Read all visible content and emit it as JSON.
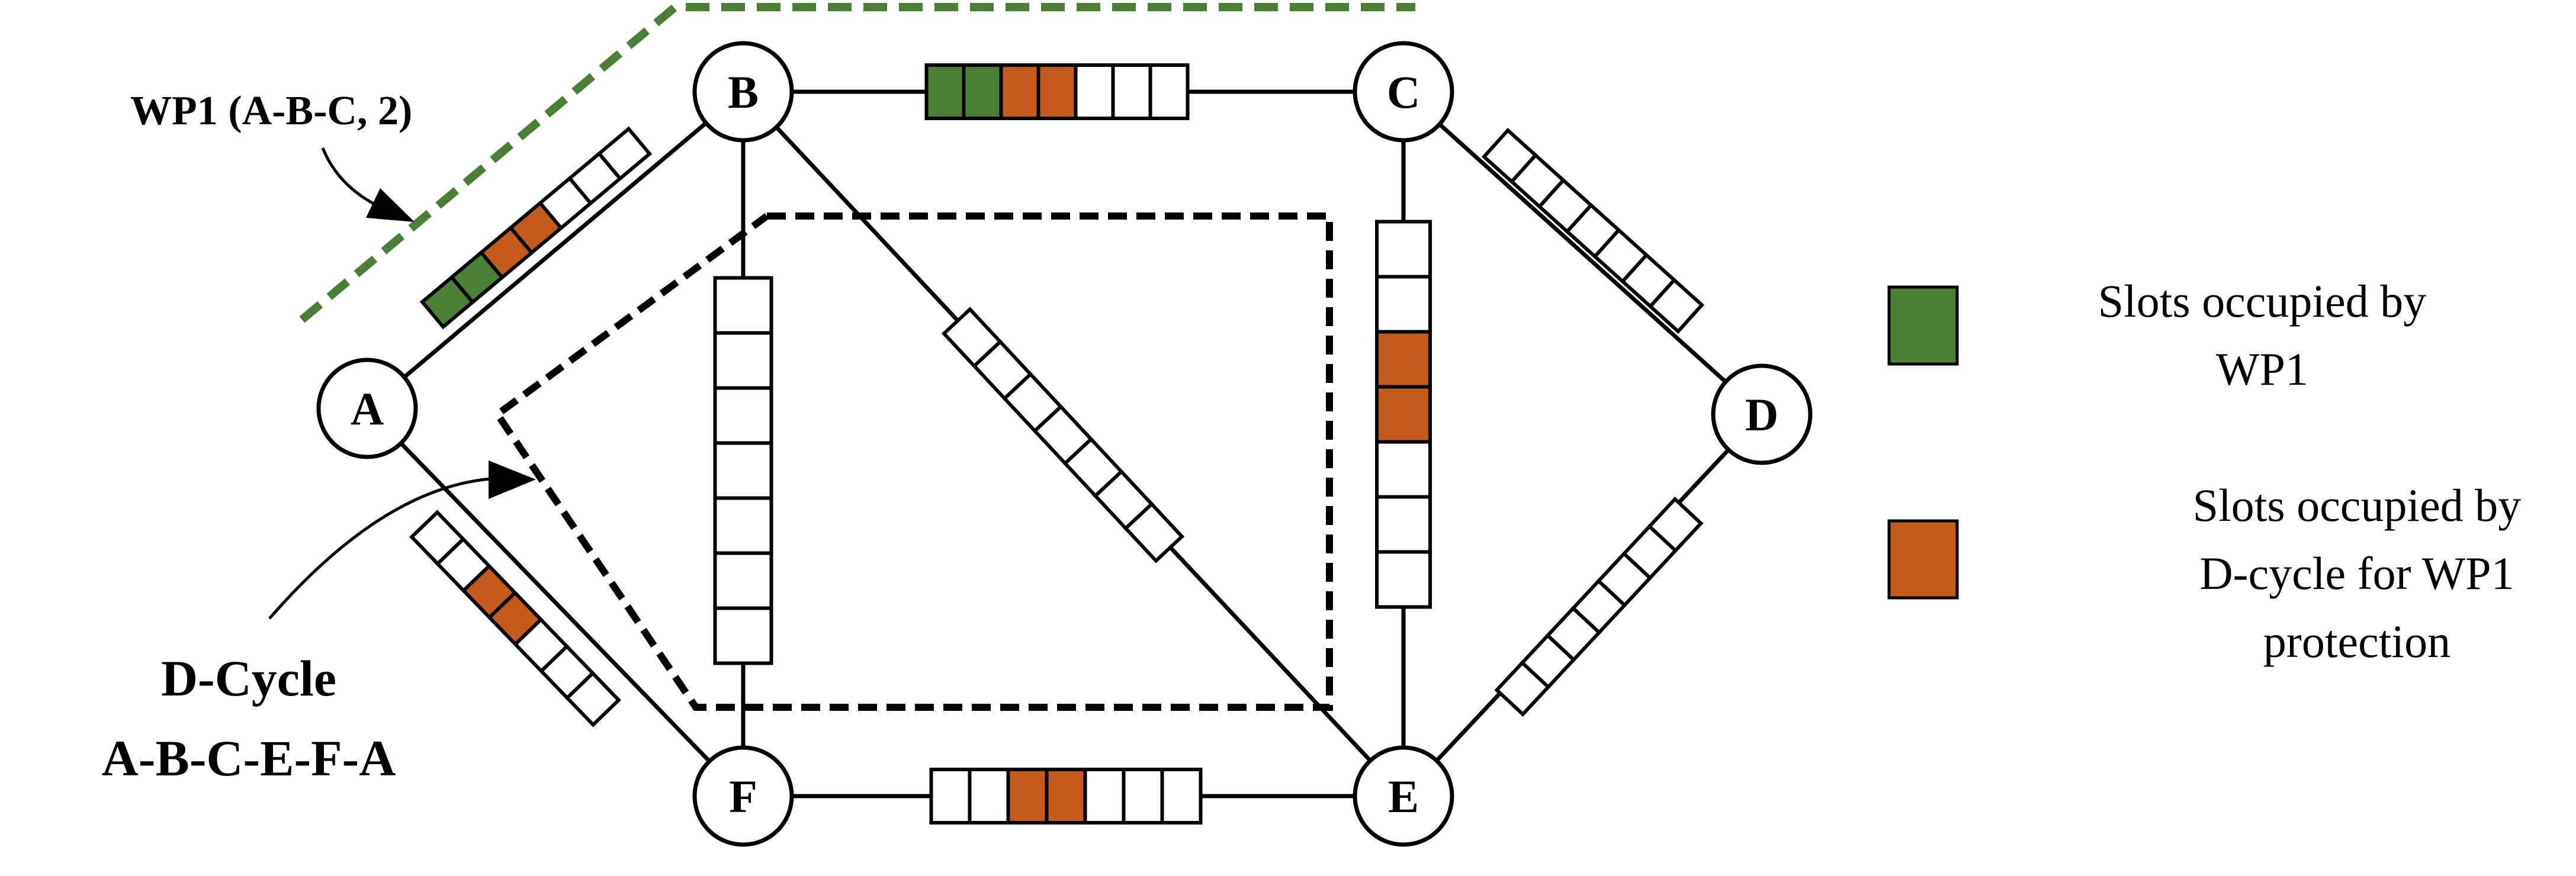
{
  "colors": {
    "wp1": "#4b7f36",
    "dcycle": "#c45a1c",
    "empty": "#ffffff",
    "line": "#000000",
    "wp1_path": "#4b7f36"
  },
  "nodes": [
    {
      "id": "A",
      "label": "A"
    },
    {
      "id": "B",
      "label": "B"
    },
    {
      "id": "C",
      "label": "C"
    },
    {
      "id": "D",
      "label": "D"
    },
    {
      "id": "E",
      "label": "E"
    },
    {
      "id": "F",
      "label": "F"
    }
  ],
  "links": [
    {
      "id": "A-B",
      "slots": [
        "wp1",
        "wp1",
        "dcycle",
        "dcycle",
        "empty",
        "empty",
        "empty"
      ]
    },
    {
      "id": "B-C",
      "slots": [
        "wp1",
        "wp1",
        "dcycle",
        "dcycle",
        "empty",
        "empty",
        "empty"
      ]
    },
    {
      "id": "C-D",
      "slots": [
        "empty",
        "empty",
        "empty",
        "empty",
        "empty",
        "empty",
        "empty"
      ]
    },
    {
      "id": "D-E",
      "slots": [
        "empty",
        "empty",
        "empty",
        "empty",
        "empty",
        "empty",
        "empty"
      ]
    },
    {
      "id": "C-E",
      "slots": [
        "empty",
        "empty",
        "dcycle",
        "dcycle",
        "empty",
        "empty",
        "empty"
      ]
    },
    {
      "id": "B-F",
      "slots": [
        "empty",
        "empty",
        "empty",
        "empty",
        "empty",
        "empty",
        "empty"
      ]
    },
    {
      "id": "B-E",
      "slots": [
        "empty",
        "empty",
        "empty",
        "empty",
        "empty",
        "empty",
        "empty"
      ]
    },
    {
      "id": "F-E",
      "slots": [
        "empty",
        "empty",
        "dcycle",
        "dcycle",
        "empty",
        "empty",
        "empty"
      ]
    },
    {
      "id": "A-F",
      "slots": [
        "empty",
        "empty",
        "dcycle",
        "dcycle",
        "empty",
        "empty",
        "empty"
      ]
    }
  ],
  "labels": {
    "wp1": "WP1 (A-B-C, 2)",
    "dcycle_line1": "D-Cycle",
    "dcycle_line2": "A-B-C-E-F-A"
  },
  "legend": [
    {
      "id": "wp1",
      "color": "#4b7f36",
      "lines": [
        "Slots occupied by",
        "WP1"
      ]
    },
    {
      "id": "dcycle",
      "color": "#c45a1c",
      "lines": [
        "Slots occupied by",
        "D-cycle for WP1",
        "protection"
      ]
    }
  ]
}
